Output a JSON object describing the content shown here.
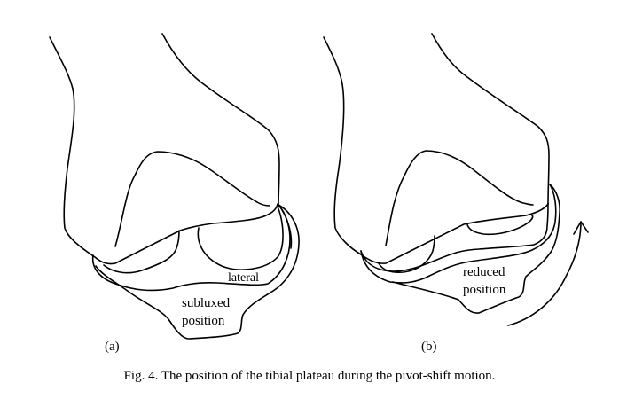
{
  "panel_a": {
    "label": "(a)",
    "lateral": "lateral",
    "position_line1": "subluxed",
    "position_line2": "position"
  },
  "panel_b": {
    "label": "(b)",
    "position_line1": "reduced",
    "position_line2": "position"
  },
  "caption": "Fig. 4.  The position of the tibial plateau during the pivot-shift motion."
}
